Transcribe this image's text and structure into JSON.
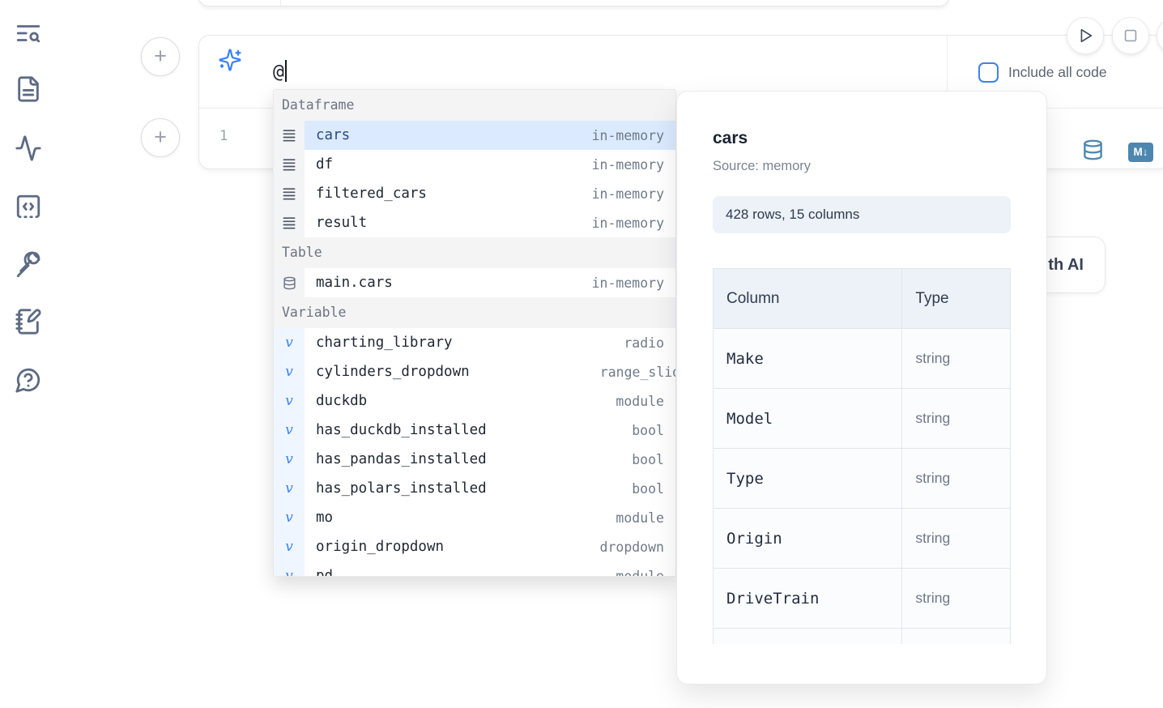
{
  "icons": {
    "plus": "+",
    "variable_glyph": "v",
    "sidebar": [
      "list-search-icon",
      "file-text-icon",
      "activity-icon",
      "snippets-icon",
      "key-icon",
      "scratchpad-icon",
      "help-icon"
    ]
  },
  "colors": {
    "accent": "#3b82f6",
    "tool_blue": "#4d87b0",
    "selected_row_bg": "#dbeafe"
  },
  "editor": {
    "prompt_text": "@",
    "line_number": "1",
    "include_all_code": {
      "label": "Include all code",
      "checked": false
    },
    "markdown_badge": "M↓",
    "generate_ai_label": "Generate with AI"
  },
  "autocomplete": {
    "sections": [
      {
        "label": "Dataframe",
        "items": [
          {
            "name": "cars",
            "type": "in-memory",
            "selected": true
          },
          {
            "name": "df",
            "type": "in-memory"
          },
          {
            "name": "filtered_cars",
            "type": "in-memory"
          },
          {
            "name": "result",
            "type": "in-memory"
          }
        ]
      },
      {
        "label": "Table",
        "items": [
          {
            "name": "main.cars",
            "type": "in-memory"
          }
        ]
      },
      {
        "label": "Variable",
        "items": [
          {
            "name": "charting_library",
            "type": "radio"
          },
          {
            "name": "cylinders_dropdown",
            "type": "range_slider"
          },
          {
            "name": "duckdb",
            "type": "module"
          },
          {
            "name": "has_duckdb_installed",
            "type": "bool"
          },
          {
            "name": "has_pandas_installed",
            "type": "bool"
          },
          {
            "name": "has_polars_installed",
            "type": "bool"
          },
          {
            "name": "mo",
            "type": "module"
          },
          {
            "name": "origin_dropdown",
            "type": "dropdown"
          },
          {
            "name": "pd",
            "type": "module"
          }
        ]
      }
    ]
  },
  "preview": {
    "title": "cars",
    "source": "Source: memory",
    "shape_badge": "428 rows, 15 columns",
    "table": {
      "headers": {
        "column": "Column",
        "type": "Type"
      },
      "rows": [
        {
          "column": "Make",
          "type": "string"
        },
        {
          "column": "Model",
          "type": "string"
        },
        {
          "column": "Type",
          "type": "string"
        },
        {
          "column": "Origin",
          "type": "string"
        },
        {
          "column": "DriveTrain",
          "type": "string"
        }
      ]
    }
  }
}
